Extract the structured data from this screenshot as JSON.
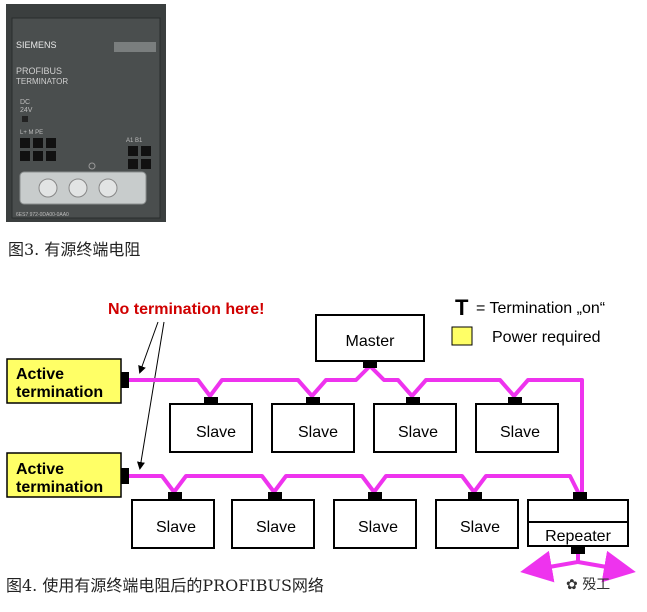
{
  "photo": {
    "brand": "SIEMENS",
    "product_line1": "PROFIBUS",
    "product_line2": "TERMINATOR",
    "dc_line1": "DC",
    "dc_line2": "24V",
    "terminals_left": "L+  M  PE",
    "terminals_right": "A1  B1",
    "order_number": "6ES7 972-0DA00-0AA0"
  },
  "captions": {
    "fig3": "图3. 有源终端电阻",
    "fig4": "图4. 使用有源终端电阻后的PROFIBUS网络"
  },
  "diagram": {
    "warning": "No termination here!",
    "legend": {
      "t_symbol": "T",
      "t_text": "= Termination „on“",
      "power_text": "Power required"
    },
    "master": "Master",
    "active_top": [
      "Active",
      "termination"
    ],
    "active_bottom": [
      "Active",
      "termination"
    ],
    "slaves_top": [
      "Slave",
      "Slave",
      "Slave",
      "Slave"
    ],
    "slaves_bottom": [
      "Slave",
      "Slave",
      "Slave",
      "Slave"
    ],
    "repeater": "Repeater"
  },
  "colors": {
    "bus": "#ee33ee",
    "active_fill": "#ffff66",
    "warning": "#d00000"
  },
  "watermark": "殁工"
}
